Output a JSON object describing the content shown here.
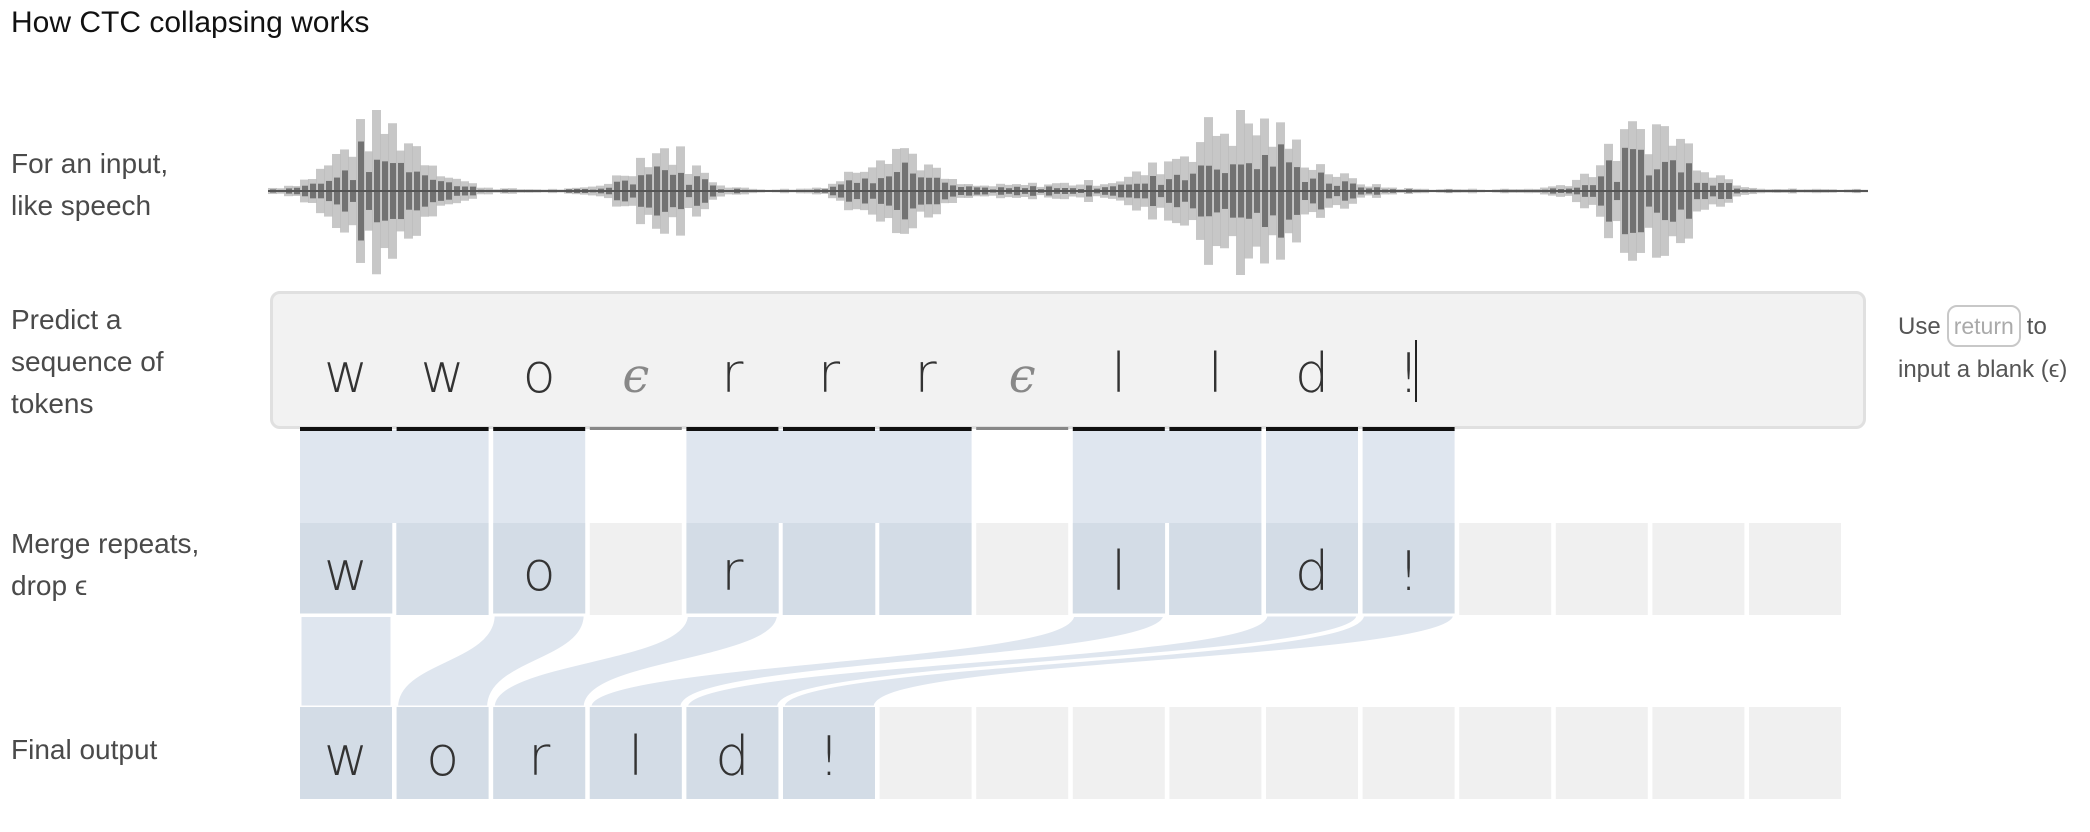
{
  "title": "How CTC collapsing works",
  "labels": {
    "input": [
      "For an input,",
      "like speech"
    ],
    "predict": [
      "Predict a",
      "sequence of",
      "tokens"
    ],
    "merge": [
      "Merge repeats,",
      "drop ϵ"
    ],
    "final": [
      "Final output"
    ]
  },
  "hint": {
    "before": "Use",
    "key": "return",
    "after": "to",
    "line2": "input a blank (ϵ)"
  },
  "predicted_tokens": [
    "w",
    "w",
    "o",
    "ϵ",
    "r",
    "r",
    "r",
    "ϵ",
    "l",
    "l",
    "d",
    "!"
  ],
  "merged_tokens": [
    "w",
    "",
    "o",
    "",
    "r",
    "",
    "",
    "",
    "l",
    "",
    "d",
    "!",
    "",
    "",
    "",
    ""
  ],
  "final_tokens": [
    "w",
    "o",
    "r",
    "l",
    "d",
    "!",
    "",
    "",
    "",
    "",
    "",
    "",
    "",
    "",
    "",
    ""
  ],
  "blank_symbol": "ϵ",
  "colors": {
    "cell_empty": "#f0f0f0",
    "cell_filled": "#d3dce6",
    "flow": "#dfe6ef",
    "token_bar": "#111111",
    "blank_bar": "#888888"
  }
}
